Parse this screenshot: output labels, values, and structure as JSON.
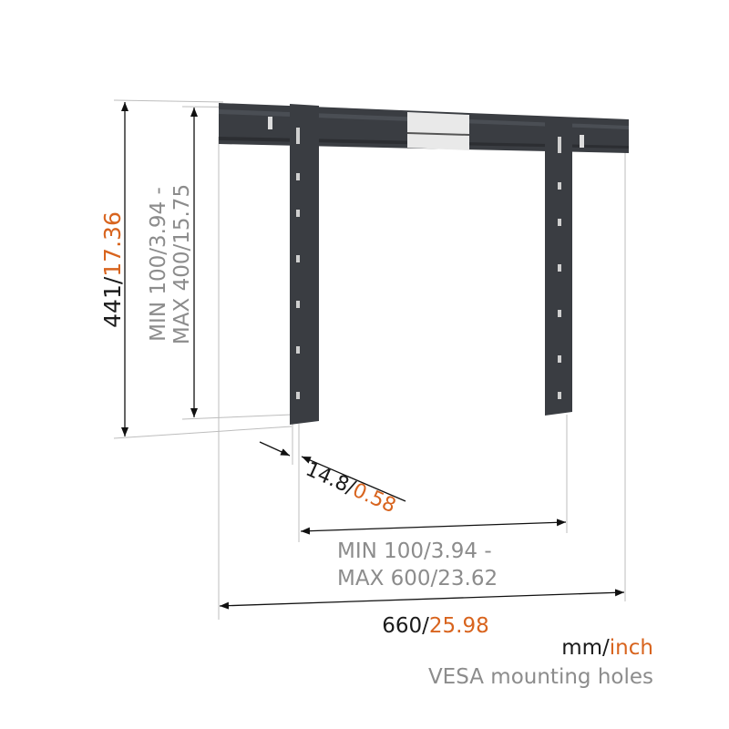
{
  "colors": {
    "metric": "#1a1a1a",
    "imperial": "#d8641e",
    "vesa": "#8c8c8c",
    "bracket": "#3a3d42"
  },
  "dimensions": {
    "height": {
      "mm": "441/",
      "inch": "17.36"
    },
    "vesa_vertical": {
      "line1": "MIN 100/3.94 -",
      "line2": "MAX 400/15.75"
    },
    "depth": {
      "mm": "14.8/",
      "inch": "0.58"
    },
    "vesa_horizontal": {
      "line1": "MIN 100/3.94 -",
      "line2": "MAX 600/23.62"
    },
    "width": {
      "mm": "660/",
      "inch": "25.98"
    }
  },
  "legend": {
    "mm": "mm/",
    "inch": "inch",
    "vesa": "VESA mounting holes"
  }
}
